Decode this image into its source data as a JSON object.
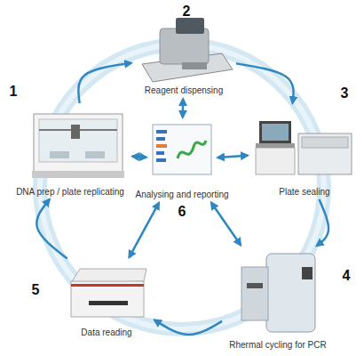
{
  "diagram": {
    "nodes": [
      {
        "text": [
          "DNA prep / plate replicating"
        ]
      },
      {
        "text": [
          "Reagent dispensing"
        ]
      },
      {
        "text": [
          "Plate sealing"
        ]
      },
      {
        "text": [
          "Rhermal cycling for PCR"
        ]
      },
      {
        "text": [
          "Data reading"
        ]
      },
      {
        "text": [
          "Analysing and reporting"
        ]
      }
    ],
    "edges": [
      {
        "from": 0,
        "to": 1,
        "arrow": "to"
      },
      {
        "from": 1,
        "to": 2,
        "arrow": "to"
      },
      {
        "from": 2,
        "to": 3,
        "arrow": "to"
      },
      {
        "from": 3,
        "to": 4,
        "arrow": "to"
      },
      {
        "from": 4,
        "to": 0,
        "arrow": "to"
      },
      {
        "from": 5,
        "to": 0,
        "arrow": "both"
      },
      {
        "from": 5,
        "to": 1,
        "arrow": "both"
      },
      {
        "from": 5,
        "to": 2,
        "arrow": "both"
      },
      {
        "from": 5,
        "to": 3,
        "arrow": "both"
      },
      {
        "from": 5,
        "to": 4,
        "arrow": "both"
      }
    ],
    "labels": [
      "1",
      "2",
      "3",
      "4",
      "5",
      "6"
    ]
  }
}
